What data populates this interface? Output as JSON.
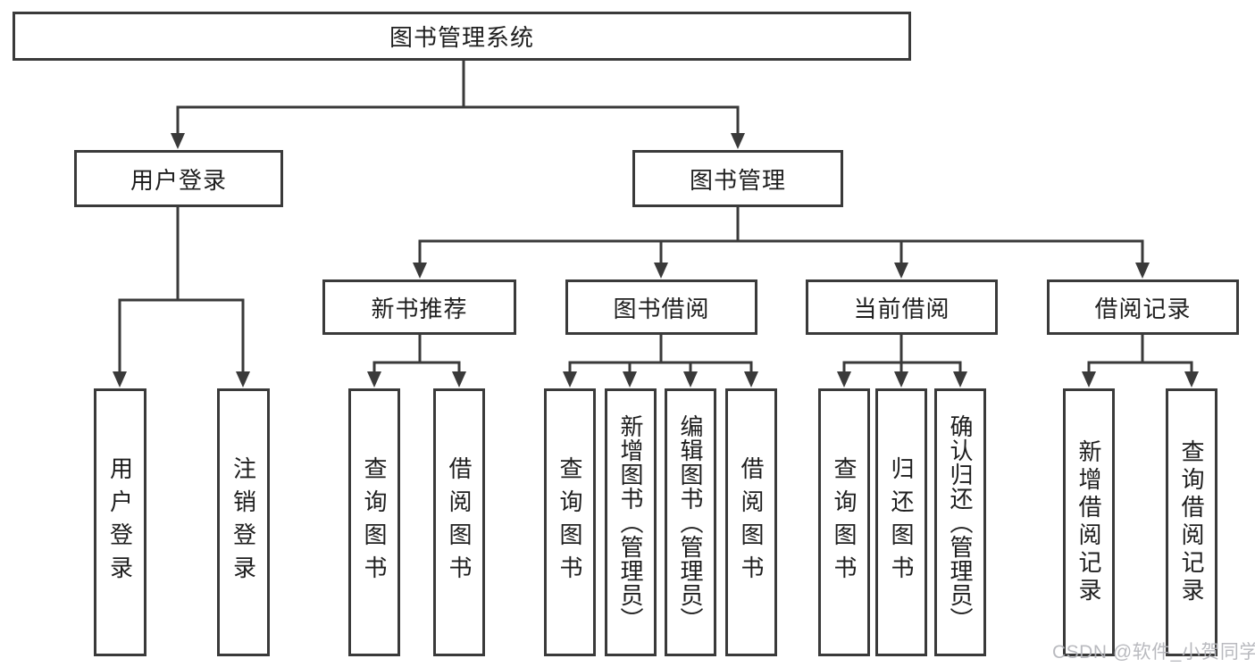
{
  "colors": {
    "line": "#3a3a3a",
    "box_border": "#3a3a3a",
    "text": "#1e1e1e",
    "background": "#ffffff",
    "watermark": "#b4b5ba"
  },
  "tree": {
    "root": "图书管理系统",
    "branches": [
      {
        "label": "用户登录",
        "children": [
          {
            "label": "用户登录"
          },
          {
            "label": "注销登录"
          }
        ]
      },
      {
        "label": "图书管理",
        "children": [
          {
            "label": "新书推荐",
            "children": [
              {
                "label": "查询图书"
              },
              {
                "label": "借阅图书"
              }
            ]
          },
          {
            "label": "图书借阅",
            "children": [
              {
                "label": "查询图书"
              },
              {
                "label": "新增图书（管理员）"
              },
              {
                "label": "编辑图书（管理员）"
              },
              {
                "label": "借阅图书"
              }
            ]
          },
          {
            "label": "当前借阅",
            "children": [
              {
                "label": "查询图书"
              },
              {
                "label": "归还图书"
              },
              {
                "label": "确认归还（管理员）"
              }
            ]
          },
          {
            "label": "借阅记录",
            "children": [
              {
                "label": "新增借阅记录"
              },
              {
                "label": "查询借阅记录"
              }
            ]
          }
        ]
      }
    ]
  },
  "watermark": {
    "text": "CSDN @软件_小贺同学"
  }
}
